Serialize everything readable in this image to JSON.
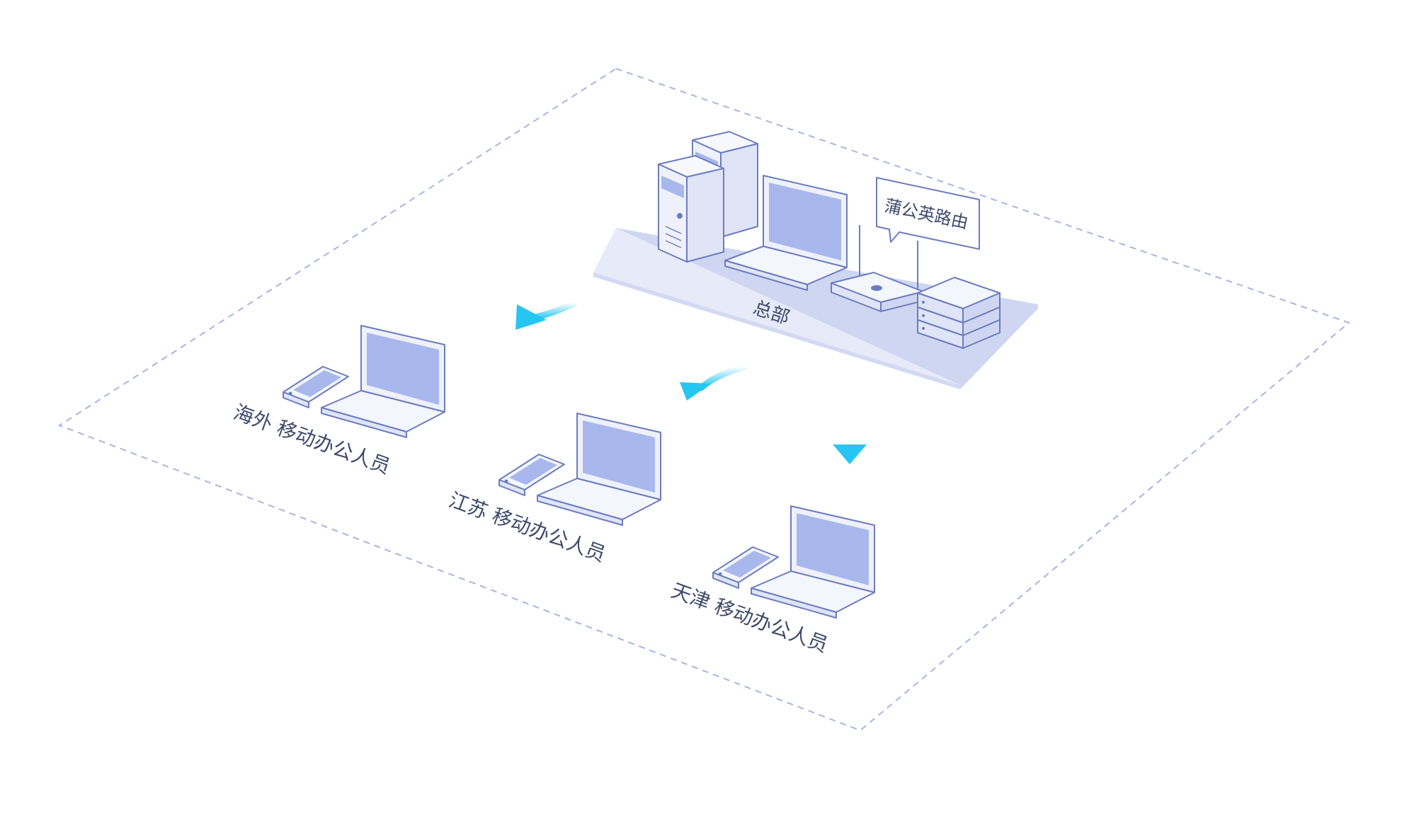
{
  "diagram": {
    "hq": {
      "label": "总部"
    },
    "router_callout": {
      "label": "蒲公英路由"
    },
    "sites": [
      {
        "label": "海外 移动办公人员"
      },
      {
        "label": "江苏 移动办公人员"
      },
      {
        "label": "天津 移动办公人员"
      }
    ]
  },
  "colors": {
    "boundary": "#a9b6dc",
    "outline": "#6b7cc0",
    "screen": "#a8b8ec",
    "surface": "#f4f6fd",
    "platform": "#dfe4f7",
    "arrow": "#27c6f2",
    "text": "#3d4a6b"
  }
}
